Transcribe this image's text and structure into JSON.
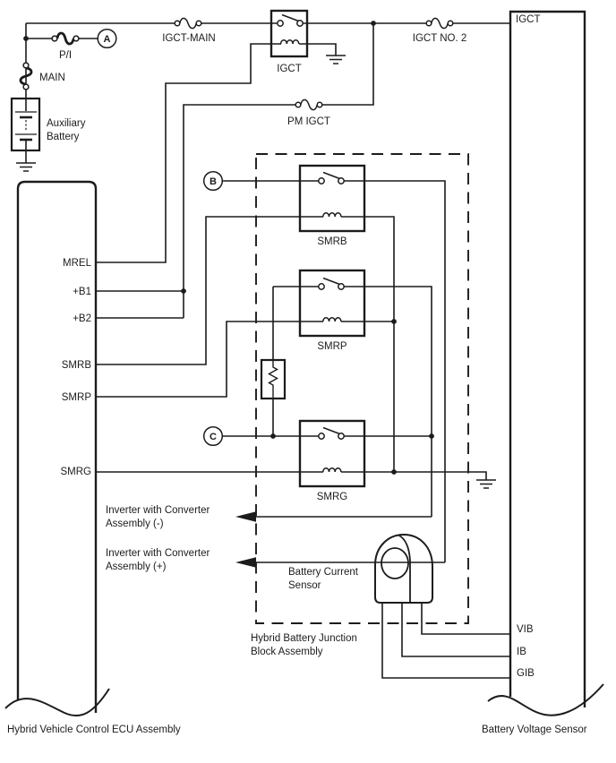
{
  "colors": {
    "ink": "#1c1c1c",
    "bg": "#ffffff"
  },
  "top": {
    "fuse_pi": "P/I",
    "connector_a": "A",
    "fusible_main": "MAIN",
    "battery": {
      "line1": "Auxiliary",
      "line2": "Battery"
    },
    "fuse_igct_main": "IGCT-MAIN",
    "relay_igct": "IGCT",
    "fuse_pm_igct": "PM IGCT",
    "fuse_igct_no2": "IGCT NO. 2"
  },
  "ecu": {
    "label": "Hybrid Vehicle Control ECU Assembly",
    "pins": {
      "mrel": "MREL",
      "b1": "+B1",
      "b2": "+B2",
      "smrb": "SMRB",
      "smrp": "SMRP",
      "smrg": "SMRG"
    }
  },
  "junction_block": {
    "label1": "Hybrid Battery Junction",
    "label2": "Block Assembly",
    "connector_b": "B",
    "connector_c": "C",
    "relay_smrb": "SMRB",
    "relay_smrp": "SMRP",
    "relay_smrg": "SMRG"
  },
  "sensor": {
    "label1": "Battery Current",
    "label2": "Sensor"
  },
  "inverter_minus": {
    "line1": "Inverter with Converter",
    "line2": "Assembly (-)"
  },
  "inverter_plus": {
    "line1": "Inverter with Converter",
    "line2": "Assembly (+)"
  },
  "bvs": {
    "label": "Battery Voltage Sensor",
    "pin_igct": "IGCT",
    "pin_vib": "VIB",
    "pin_ib": "IB",
    "pin_gib": "GIB"
  }
}
